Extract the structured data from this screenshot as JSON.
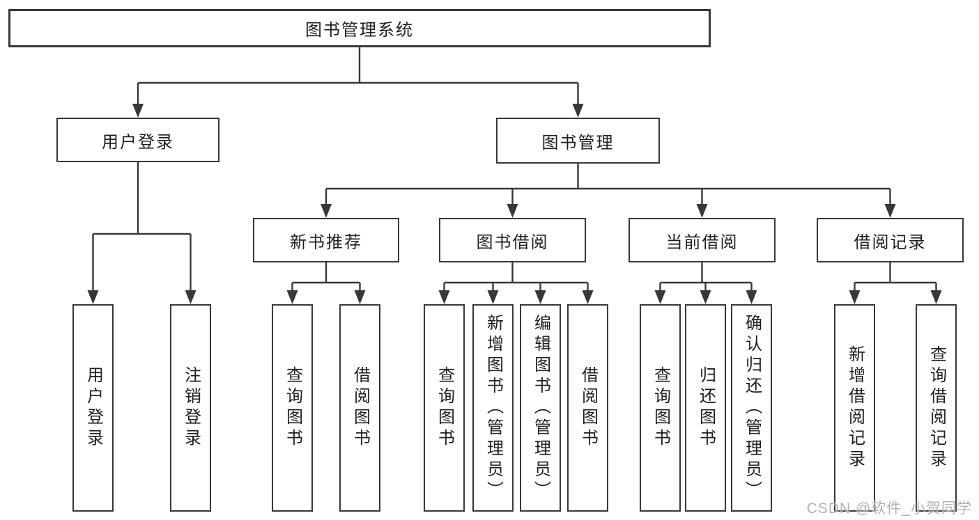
{
  "diagram": {
    "background": "#ffffff",
    "line_color": "#383838",
    "text_color": "#1f1f1f",
    "root": {
      "label": "图书管理系统"
    },
    "level2": [
      {
        "label": "用户登录"
      },
      {
        "label": "图书管理"
      }
    ],
    "level3": [
      {
        "label": "新书推荐"
      },
      {
        "label": "图书借阅"
      },
      {
        "label": "当前借阅"
      },
      {
        "label": "借阅记录"
      }
    ],
    "leaves": {
      "user_login": [
        {
          "label": "用户登录"
        },
        {
          "label": "注销登录"
        }
      ],
      "new_book": [
        {
          "label": "查询图书"
        },
        {
          "label": "借阅图书"
        }
      ],
      "book_borrow": [
        {
          "label": "查询图书"
        },
        {
          "label": "新增图书（管理员）"
        },
        {
          "label": "编辑图书（管理员）"
        },
        {
          "label": "借阅图书"
        }
      ],
      "current_borrow": [
        {
          "label": "查询图书"
        },
        {
          "label": "归还图书"
        },
        {
          "label": "确认归还（管理员）"
        }
      ],
      "borrow_records": [
        {
          "label": "新增借阅记录"
        },
        {
          "label": "查询借阅记录"
        }
      ]
    },
    "watermark": {
      "text": "CSDN @软件_小贺同学",
      "color": "#a5a5a5"
    }
  }
}
